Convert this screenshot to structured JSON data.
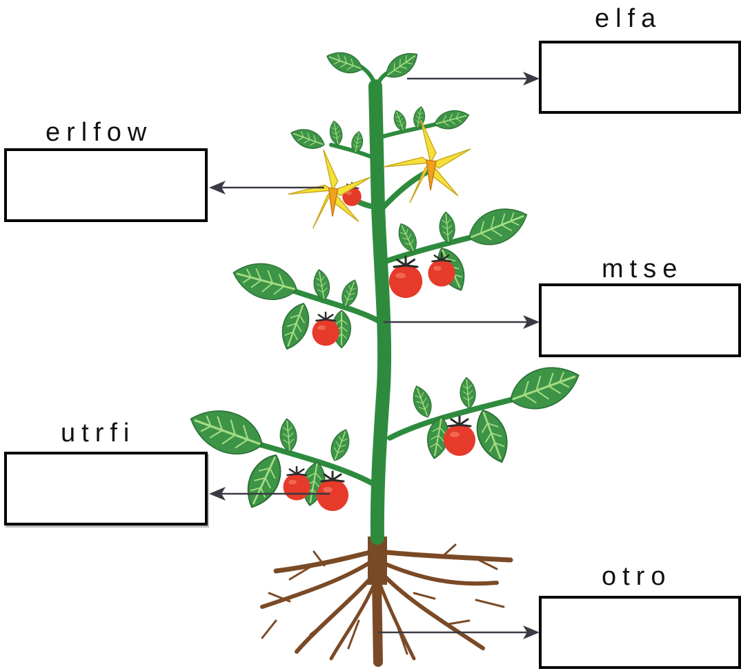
{
  "labels": [
    {
      "id": "leaf",
      "text": "elfa"
    },
    {
      "id": "flower",
      "text": "erlfow"
    },
    {
      "id": "stem",
      "text": "mtse"
    },
    {
      "id": "fruit",
      "text": "utrfi"
    },
    {
      "id": "root",
      "text": "otro"
    }
  ],
  "colors": {
    "stem": "#2e8b3e",
    "leaf": "#3d9447",
    "leaf_vein": "#a6dc84",
    "flower_petal": "#f4e03a",
    "flower_center": "#f0a11e",
    "tomato": "#e63a2a",
    "tomato_calyx": "#2b2b2b",
    "root": "#7a4a26",
    "arrow": "#3a3a44",
    "box_border": "#000000"
  }
}
